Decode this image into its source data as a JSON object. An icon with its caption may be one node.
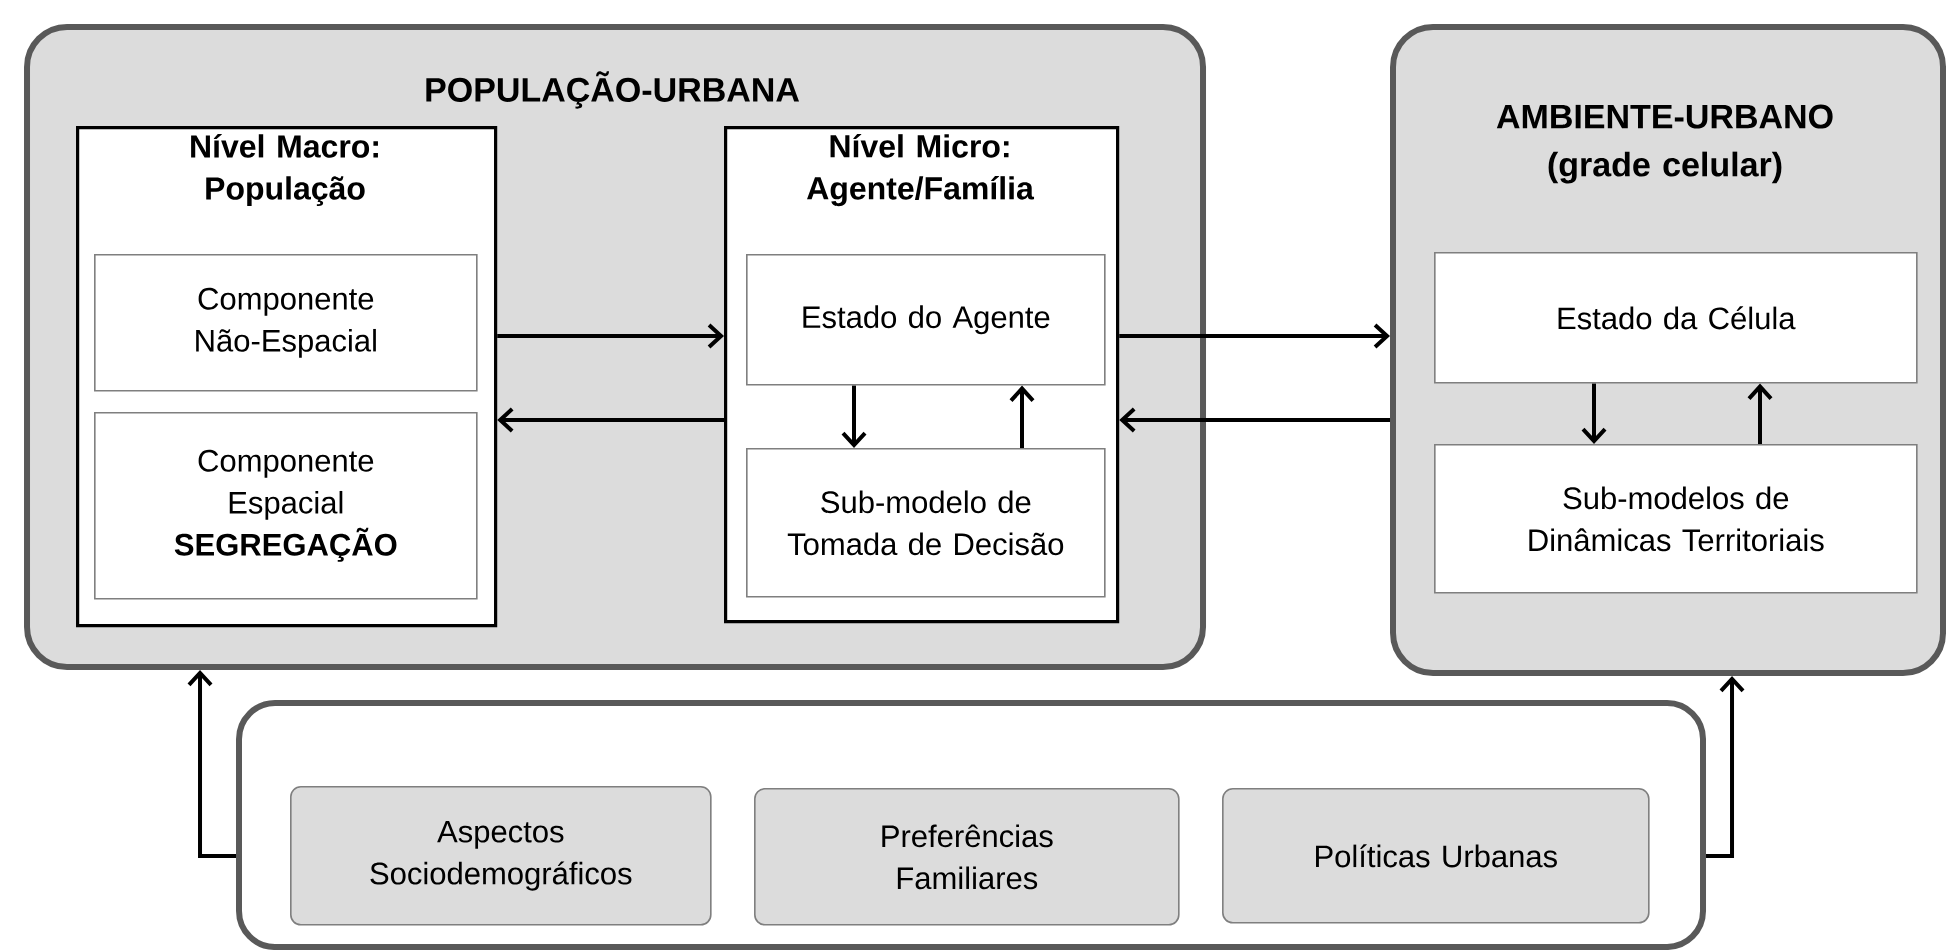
{
  "diagram": {
    "nodes": [
      {
        "text": [
          "POPULAÇÃO-URBANA"
        ]
      },
      {
        "text": [
          "Nível Macro: População"
        ],
        "in": 0
      },
      {
        "text": [
          "Componente Não-Espacial"
        ],
        "in": 1
      },
      {
        "text": [
          "Componente Espacial **SEGREGAÇÃO**"
        ],
        "in": 1
      },
      {
        "text": [
          "Nível Micro: Agente/Família"
        ],
        "in": 0
      },
      {
        "text": [
          "Estado do Agente"
        ],
        "in": 4
      },
      {
        "text": [
          "Sub-modelo de Tomada de Decisão"
        ],
        "in": 4
      },
      {
        "text": [
          "AMBIENTE-URBANO (grade celular)"
        ]
      },
      {
        "text": [
          "Estado da Célula"
        ],
        "in": 7
      },
      {
        "text": [
          "Sub-modelos de Dinâmicas Territoriais"
        ],
        "in": 7
      },
      {
        "text": [],
        "shape": "box"
      },
      {
        "text": [
          "Aspectos Sociodemográficos"
        ],
        "in": 10
      },
      {
        "text": [
          "Preferências Familiares"
        ],
        "in": 10
      },
      {
        "text": [
          "Políticas Urbanas"
        ],
        "in": 10
      }
    ],
    "edges": [
      {
        "from": 1,
        "to": 4,
        "arrow": "to"
      },
      {
        "from": 4,
        "to": 1,
        "arrow": "to"
      },
      {
        "from": 4,
        "to": 7,
        "arrow": "to"
      },
      {
        "from": 7,
        "to": 4,
        "arrow": "to"
      },
      {
        "from": 5,
        "to": 6,
        "arrow": "to"
      },
      {
        "from": 6,
        "to": 5,
        "arrow": "to"
      },
      {
        "from": 8,
        "to": 9,
        "arrow": "to"
      },
      {
        "from": 9,
        "to": 8,
        "arrow": "to"
      },
      {
        "from": 10,
        "to": 0,
        "arrow": "to"
      },
      {
        "from": 10,
        "to": 7,
        "arrow": "to"
      }
    ]
  }
}
